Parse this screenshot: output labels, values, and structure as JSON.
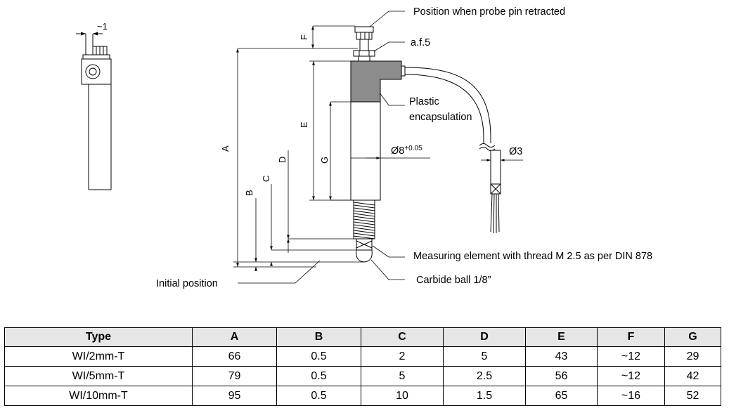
{
  "annotations": {
    "retracted": "Position when probe pin retracted",
    "af5": "a.f.5",
    "plastic_line1": "Plastic",
    "plastic_line2": "encapsulation",
    "dia8": "Ø8",
    "dia8_tol": "+0.05",
    "dia3": "Ø3",
    "measuring_element": "Measuring element with thread M 2.5 as per DIN 878",
    "carbide_ball": "Carbide ball 1/8”",
    "initial_position": "Initial position",
    "approx1": "~1"
  },
  "dimension_letters": {
    "A": "A",
    "B": "B",
    "C": "C",
    "D": "D",
    "E": "E",
    "F": "F",
    "G": "G"
  },
  "table": {
    "headers": [
      "Type",
      "A",
      "B",
      "C",
      "D",
      "E",
      "F",
      "G"
    ],
    "rows": [
      [
        "WI/2mm-T",
        "66",
        "0.5",
        "2",
        "5",
        "43",
        "~12",
        "29"
      ],
      [
        "WI/5mm-T",
        "79",
        "0.5",
        "5",
        "2.5",
        "56",
        "~12",
        "42"
      ],
      [
        "WI/10mm-T",
        "95",
        "0.5",
        "10",
        "1.5",
        "65",
        "~16",
        "52"
      ]
    ]
  },
  "colors": {
    "encapsulation": "#8c8c8c",
    "line": "#000000",
    "header_bg": "#e6e6e6"
  }
}
